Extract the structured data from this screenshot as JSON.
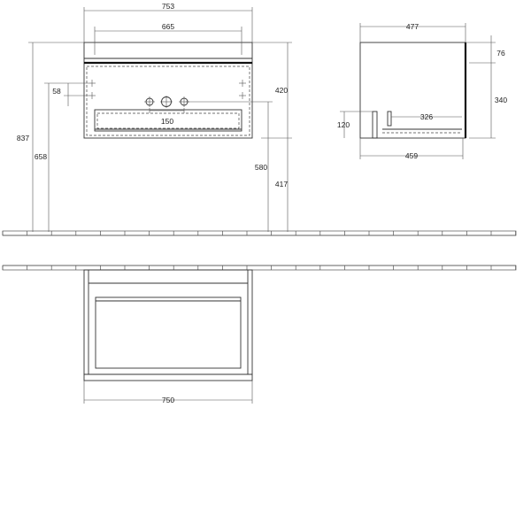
{
  "front_view": {
    "width_total": "753",
    "width_top_inner": "665",
    "height_total": "837",
    "height_drain": "658",
    "offset_58": "58",
    "spacing_150": "150",
    "height_420": "420",
    "height_580": "580",
    "height_417": "417"
  },
  "side_view": {
    "depth_total": "477",
    "depth_459": "459",
    "depth_326": "326",
    "height_340": "340",
    "height_76": "76",
    "height_120": "120"
  },
  "plan_view": {
    "width_750": "750"
  },
  "colors": {
    "line": "#333333",
    "text": "#222222"
  }
}
